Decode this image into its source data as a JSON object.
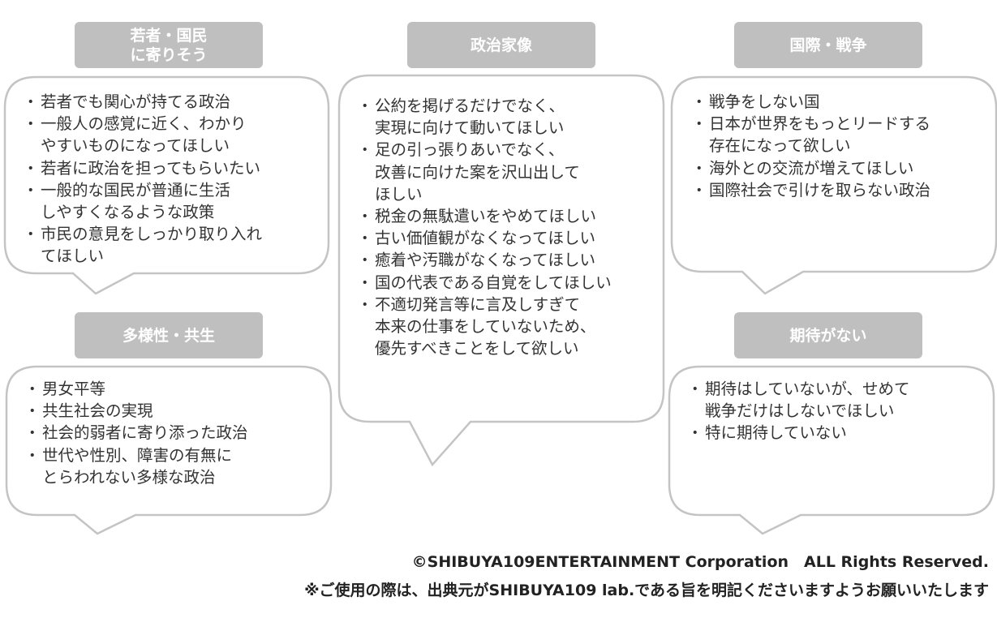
{
  "sections": {
    "youth": {
      "title": "若者・国民\nに寄りそう",
      "items": [
        "若者でも関心が持てる政治",
        "一般人の感覚に近く、わかり\nやすいものになってほしい",
        "若者に政治を担ってもらいたい",
        "一般的な国民が普通に生活\nしやすくなるような政策",
        "市民の意見をしっかり取り入れ\nてほしい"
      ]
    },
    "politician": {
      "title": "政治家像",
      "items": [
        "公約を掲げるだけでなく、\n実現に向けて動いてほしい",
        "足の引っ張りあいでなく、\n改善に向けた案を沢山出して\nほしい",
        "税金の無駄遣いをやめてほしい",
        "古い価値観がなくなってほしい",
        "癒着や汚職がなくなってほしい",
        "国の代表である自覚をしてほしい",
        "不適切発言等に言及しすぎて\n本来の仕事をしていないため、\n優先すべきことをして欲しい"
      ]
    },
    "international": {
      "title": "国際・戦争",
      "items": [
        "戦争をしない国",
        "日本が世界をもっとリードする\n存在になって欲しい",
        "海外との交流が増えてほしい",
        "国際社会で引けを取らない政治"
      ]
    },
    "diversity": {
      "title": "多様性・共生",
      "items": [
        "男女平等",
        "共生社会の実現",
        "社会的弱者に寄り添った政治",
        "世代や性別、障害の有無に\nとらわれない多様な政治"
      ]
    },
    "no_expectation": {
      "title": "期待がない",
      "items": [
        "期待はしていないが、せめて\n戦争だけはしないでほしい",
        "特に期待していない"
      ]
    }
  },
  "footer": {
    "copyright": "©SHIBUYA109ENTERTAINMENT Corporation　ALL Rights Reserved.",
    "notice": "※ご使用の際は、出典元がSHIBUYA109 lab.である旨を明記くださいますようお願いいたします"
  },
  "colors": {
    "label_bg": "#bfbfbf",
    "bubble_stroke": "#c4c4c4",
    "text": "#333333"
  }
}
